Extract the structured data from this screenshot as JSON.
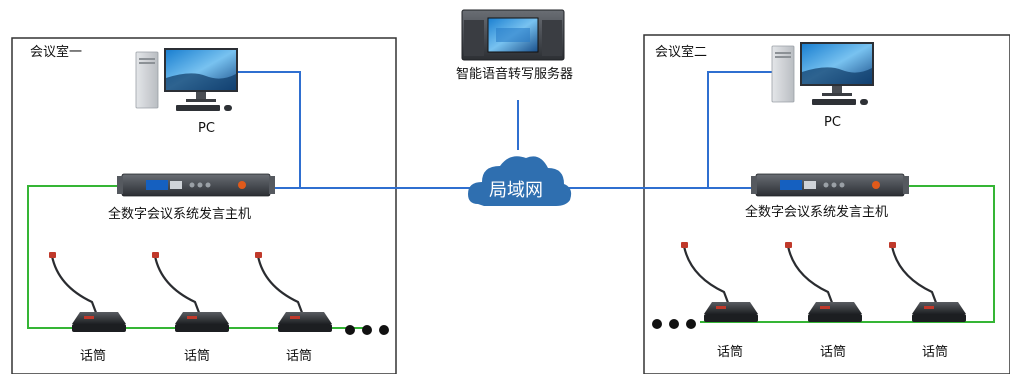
{
  "rooms": {
    "room1": {
      "title": "会议室一"
    },
    "room2": {
      "title": "会议室二"
    }
  },
  "server": {
    "label": "智能语音转写服务器"
  },
  "network": {
    "label": "局域网"
  },
  "pc": {
    "label": "PC"
  },
  "host": {
    "label": "全数字会议系统发言主机"
  },
  "mic": {
    "label": "话筒"
  },
  "colors": {
    "lan_line": "#2f6fd0",
    "mic_line": "#35b535",
    "cloud": "#2f6fb0",
    "border": "#333333"
  }
}
